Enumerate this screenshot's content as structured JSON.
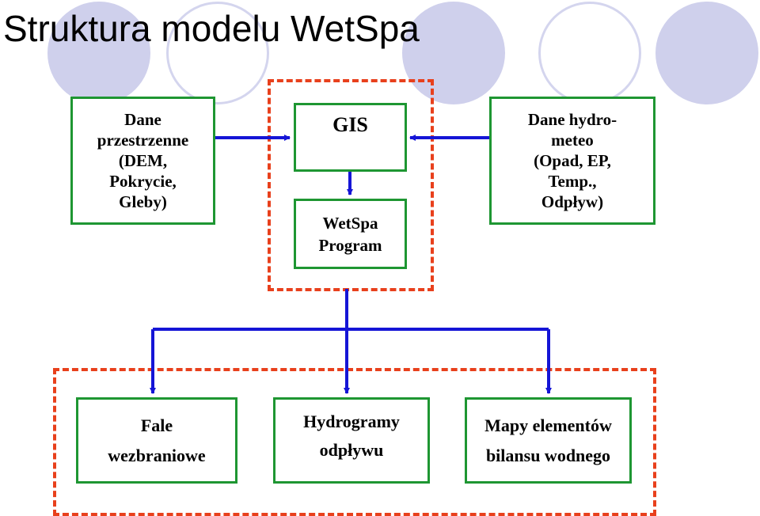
{
  "title": "Struktura modelu WetSpa",
  "boxes": {
    "input_spatial": [
      "Dane",
      "przestrzenne",
      "(DEM,",
      "Pokrycie,",
      "Gleby)"
    ],
    "gis": [
      "GIS"
    ],
    "wetspa_program": [
      "WetSpa",
      "Program"
    ],
    "input_hydromet": [
      "Dane hydro-",
      "meteo",
      "(Opad, EP,",
      "Temp.,",
      "Odpływ)"
    ],
    "output_floods": [
      "Fale",
      "wezbraniowe"
    ],
    "output_hydrographs": [
      "Hydrogramy",
      "odpływu"
    ],
    "output_maps": [
      "Mapy elementów",
      "bilansu wodnego"
    ]
  },
  "colors": {
    "box_border": "#1e9632",
    "arrow": "#1515d6",
    "dashed_frame": "#e8401c",
    "decor_circle": "#cfd0ec"
  }
}
